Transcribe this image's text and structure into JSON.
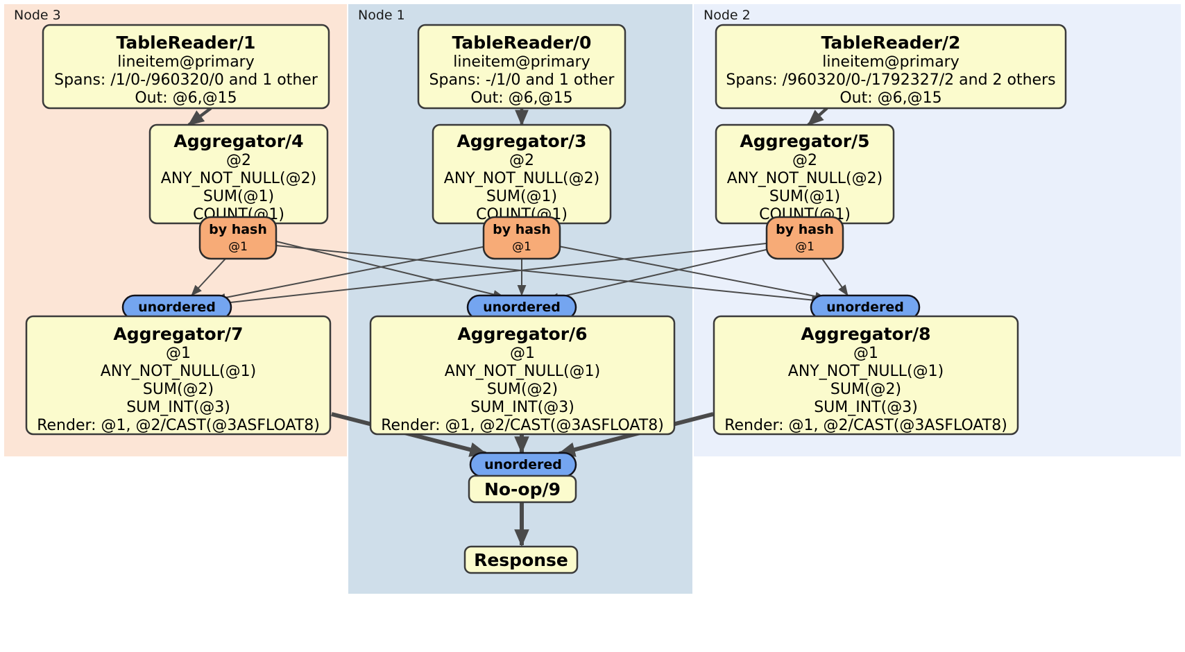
{
  "diagram": {
    "type": "distributed-query-plan",
    "panels": [
      {
        "id": "node3",
        "label": "Node 3",
        "color": "#fce5d6"
      },
      {
        "id": "node1",
        "label": "Node 1",
        "color": "#cfdeea"
      },
      {
        "id": "node2",
        "label": "Node 2",
        "color": "#eaf0fb"
      }
    ],
    "colors": {
      "processor_fill": "#fbfbcd",
      "hash_pill_fill": "#f7ab77",
      "unordered_pill_fill": "#74a5f0",
      "edge": "#4a4a4a",
      "border": "#3a3a3a"
    },
    "processors": {
      "table_reader_1": {
        "title": "TableReader/1",
        "lines": [
          "lineitem@primary",
          "Spans: /1/0-/960320/0 and 1 other",
          "Out: @6,@15"
        ]
      },
      "table_reader_0": {
        "title": "TableReader/0",
        "lines": [
          "lineitem@primary",
          "Spans: -/1/0 and 1 other",
          "Out: @6,@15"
        ]
      },
      "table_reader_2": {
        "title": "TableReader/2",
        "lines": [
          "lineitem@primary",
          "Spans: /960320/0-/1792327/2 and 2 others",
          "Out: @6,@15"
        ]
      },
      "aggregator_4": {
        "title": "Aggregator/4",
        "lines": [
          "@2",
          "ANY_NOT_NULL(@2)",
          "SUM(@1)",
          "COUNT(@1)"
        ]
      },
      "aggregator_3": {
        "title": "Aggregator/3",
        "lines": [
          "@2",
          "ANY_NOT_NULL(@2)",
          "SUM(@1)",
          "COUNT(@1)"
        ]
      },
      "aggregator_5": {
        "title": "Aggregator/5",
        "lines": [
          "@2",
          "ANY_NOT_NULL(@2)",
          "SUM(@1)",
          "COUNT(@1)"
        ]
      },
      "aggregator_7": {
        "title": "Aggregator/7",
        "lines": [
          "@1",
          "ANY_NOT_NULL(@1)",
          "SUM(@2)",
          "SUM_INT(@3)",
          "Render: @1, @2/CAST(@3ASFLOAT8)"
        ]
      },
      "aggregator_6": {
        "title": "Aggregator/6",
        "lines": [
          "@1",
          "ANY_NOT_NULL(@1)",
          "SUM(@2)",
          "SUM_INT(@3)",
          "Render: @1, @2/CAST(@3ASFLOAT8)"
        ]
      },
      "aggregator_8": {
        "title": "Aggregator/8",
        "lines": [
          "@1",
          "ANY_NOT_NULL(@1)",
          "SUM(@2)",
          "SUM_INT(@3)",
          "Render: @1, @2/CAST(@3ASFLOAT8)"
        ]
      },
      "no_op_9": {
        "title": "No-op/9",
        "lines": []
      },
      "response": {
        "title": "Response",
        "lines": []
      }
    },
    "routers": {
      "by_hash_left": {
        "title": "by hash",
        "sub": "@1"
      },
      "by_hash_center": {
        "title": "by hash",
        "sub": "@1"
      },
      "by_hash_right": {
        "title": "by hash",
        "sub": "@1"
      }
    },
    "synchronizers": {
      "unordered_left": {
        "title": "unordered"
      },
      "unordered_center": {
        "title": "unordered"
      },
      "unordered_right": {
        "title": "unordered"
      },
      "unordered_final": {
        "title": "unordered"
      }
    }
  }
}
